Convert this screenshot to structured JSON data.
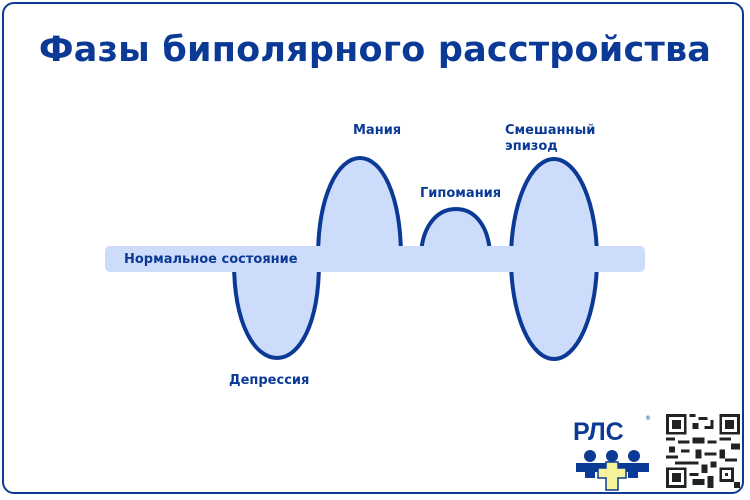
{
  "title": "Фазы биполярного расстройства",
  "phases": {
    "normal": "Нормальное состояние",
    "depression": "Депрессия",
    "mania": "Мания",
    "hypomania": "Гипомания",
    "mixed_line1": "Смешанный",
    "mixed_line2": "эпизод"
  },
  "logo": {
    "text": "РЛС",
    "registered": "®"
  },
  "colors": {
    "accent": "#0b3a96",
    "fill": "#cddcfb",
    "cross": "#f7f39a"
  }
}
